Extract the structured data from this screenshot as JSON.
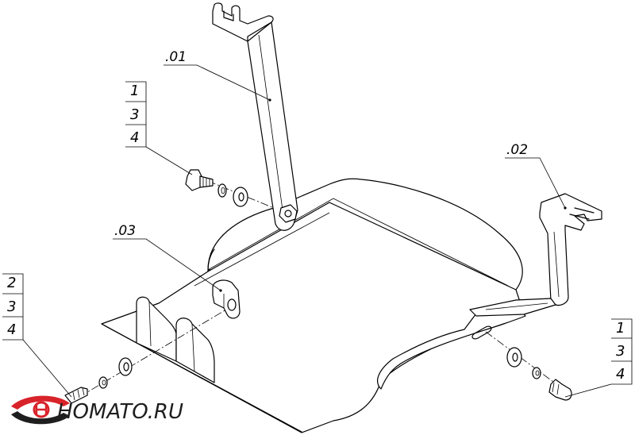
{
  "callouts": {
    "part_01": ".01",
    "part_02": ".02",
    "part_03": ".03"
  },
  "stacks": {
    "upper_left": [
      "1",
      "3",
      "4"
    ],
    "lower_left": [
      "2",
      "3",
      "4"
    ],
    "right": [
      "1",
      "3",
      "4"
    ]
  },
  "logo": {
    "text": "HOMATO.RU",
    "colors": {
      "red": "#d8232a",
      "dark": "#1e1e1e"
    }
  }
}
